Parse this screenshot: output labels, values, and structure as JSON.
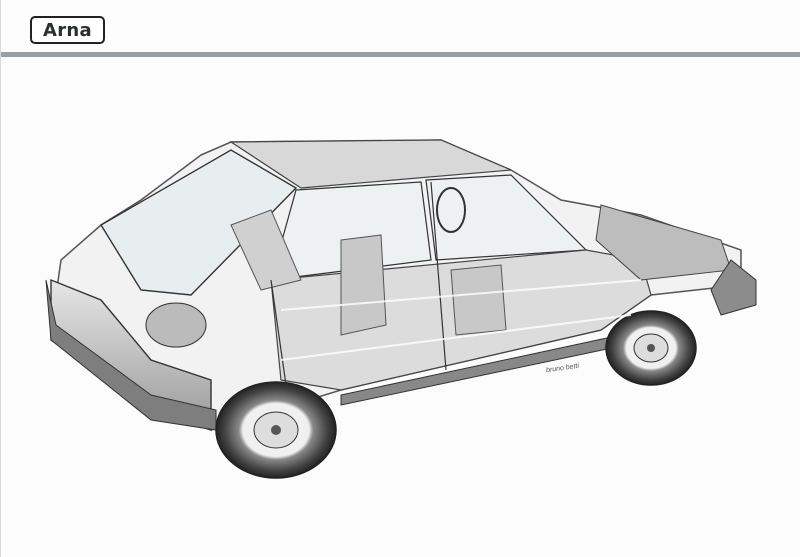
{
  "header": {
    "logo_text": "Arna",
    "rule_color": "#9a9fa2"
  },
  "illustration": {
    "subject": "cutaway drawing of a 5-door hatchback car",
    "style": "grayscale technical illustration",
    "signature": "bruno betti"
  }
}
